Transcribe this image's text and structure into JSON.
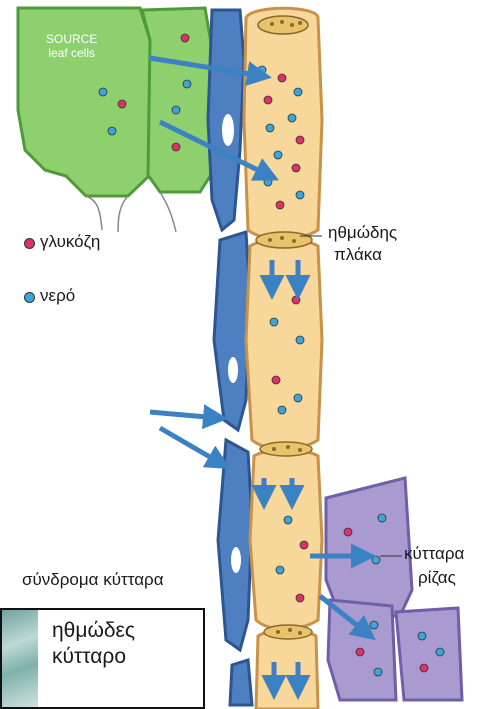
{
  "source_label": [
    "SOURCE",
    "leaf cells"
  ],
  "legend": [
    {
      "label": "γλυκόζη",
      "color": "#e0306a"
    },
    {
      "label": "νερό",
      "color": "#3aa4dc"
    }
  ],
  "labels": {
    "sieve_plate": [
      "ηθμώδης",
      "πλάκα"
    ],
    "root_cells": [
      "κύτταρα",
      "ρίζας"
    ],
    "companion_cells": "σύνδρομα κύτταρα",
    "sieve_cell": [
      "ηθμώδες",
      "κύτταρο"
    ]
  },
  "colors": {
    "leaf": "#8fd06e",
    "leaf_edge": "#4f9a3a",
    "sieve": "#f7d79a",
    "sieve_edge": "#c9924b",
    "companion": "#4e7fc0",
    "companion_edge": "#2d5690",
    "root": "#a99bd0",
    "root_edge": "#6f5fa8",
    "arrow": "#4a90c8",
    "glucose": "#e0306a",
    "water": "#3aa4dc"
  }
}
